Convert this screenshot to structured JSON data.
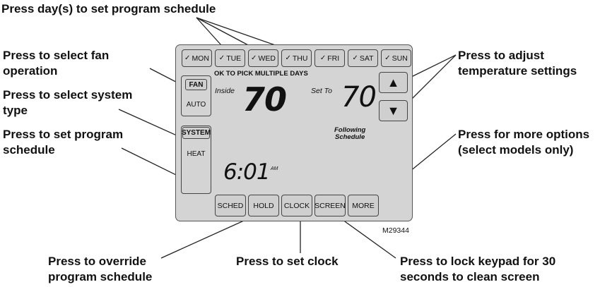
{
  "callouts": {
    "days": "Press day(s) to set program schedule",
    "fan_l1": "Press to select fan",
    "fan_l2": "operation",
    "system_l1": "Press to select system",
    "system_l2": "type",
    "sched_l1": "Press to set program",
    "sched_l2": "schedule",
    "temp_l1": "Press to adjust",
    "temp_l2": "temperature settings",
    "more_l1": "Press for more options",
    "more_l2": "(select models only)",
    "hold_l1": "Press to override",
    "hold_l2": "program schedule",
    "clock": "Press to set clock",
    "screen_l1": "Press to lock keypad for 30",
    "screen_l2": "seconds to clean screen"
  },
  "days": [
    {
      "check": "✓",
      "label": "MON"
    },
    {
      "check": "✓",
      "label": "TUE"
    },
    {
      "check": "✓",
      "label": "WED"
    },
    {
      "check": "✓",
      "label": "THU"
    },
    {
      "check": "✓",
      "label": "FRI"
    },
    {
      "check": "✓",
      "label": "SAT"
    },
    {
      "check": "✓",
      "label": "SUN"
    }
  ],
  "display": {
    "multi_days_hint": "OK TO PICK MULTIPLE DAYS",
    "inside_label": "Inside",
    "inside_temp": "70",
    "set_to_label": "Set To",
    "set_temp": "70",
    "status_l1": "Following",
    "status_l2": "Schedule",
    "time": "6:01",
    "ampm": "AM"
  },
  "fan": {
    "title": "FAN",
    "mode": "AUTO"
  },
  "system": {
    "title": "SYSTEM",
    "mode": "HEAT"
  },
  "bottom_buttons": {
    "sched": "SCHED",
    "hold": "HOLD",
    "clock": "CLOCK",
    "screen": "SCREEN",
    "more": "MORE"
  },
  "arrows": {
    "up": "▲",
    "down": "▼"
  },
  "model_code": "M29344"
}
